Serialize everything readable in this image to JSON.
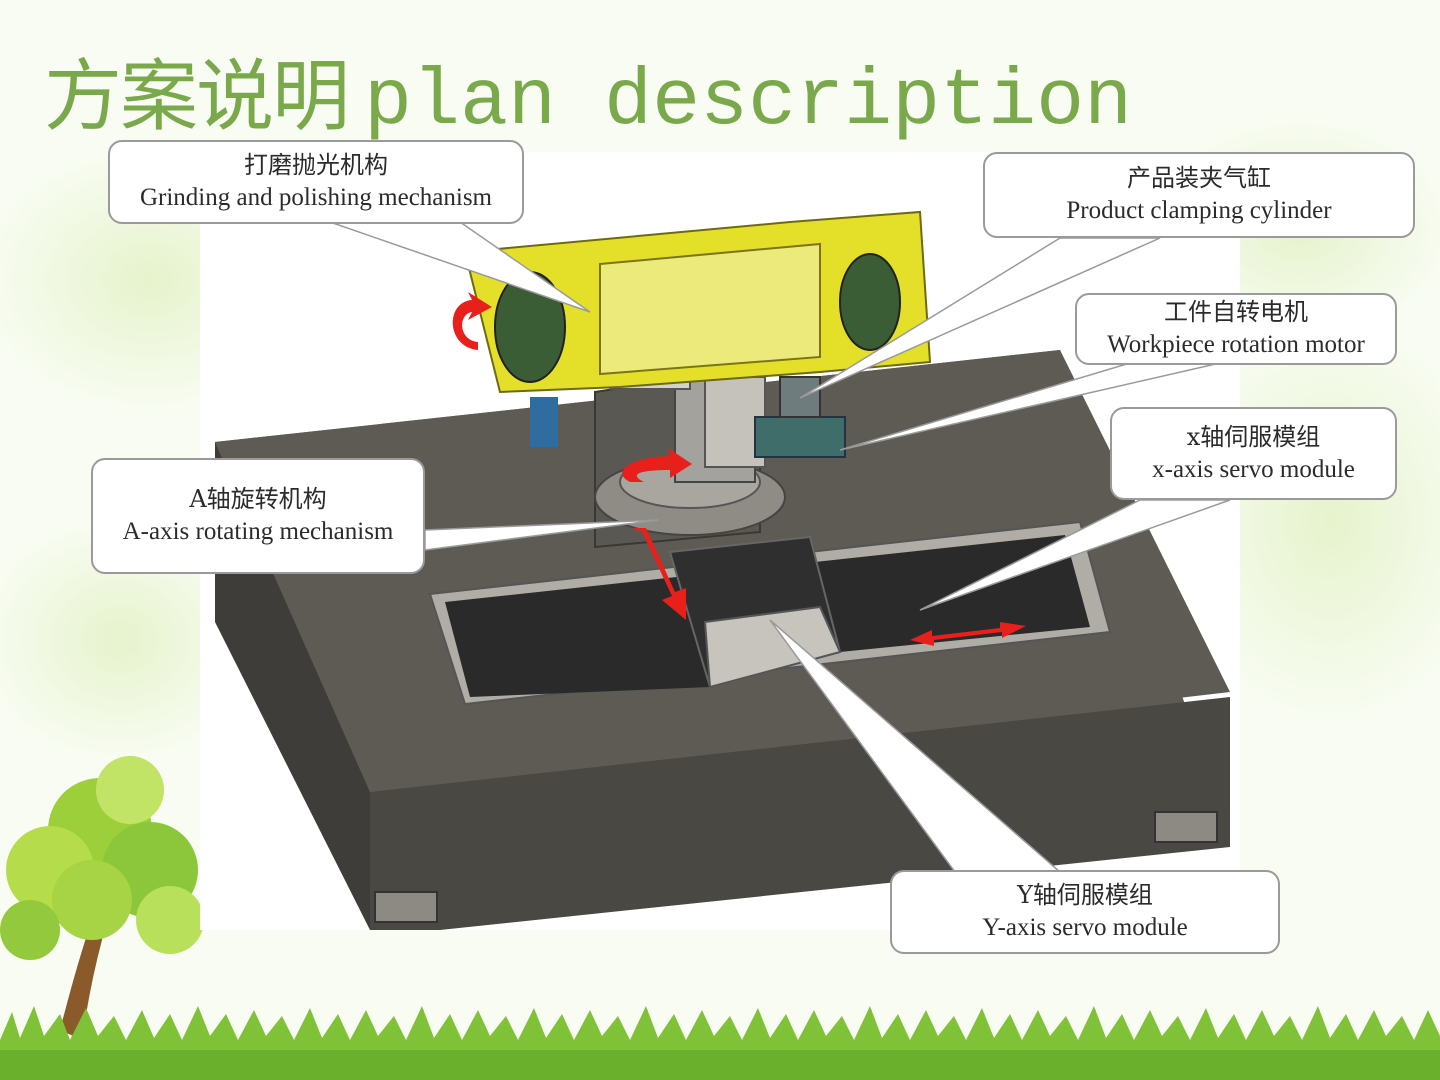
{
  "slide": {
    "title_cn": "方案说明",
    "title_en": "plan description"
  },
  "callouts": {
    "grinding": {
      "cn": "打磨抛光机构",
      "en": "Grinding and polishing mechanism"
    },
    "clamping": {
      "cn": "产品装夹气缸",
      "en": "Product clamping cylinder"
    },
    "rotation_motor": {
      "cn": "工件自转电机",
      "en": "Workpiece rotation motor"
    },
    "x_axis": {
      "cn": "x轴伺服模组",
      "en": "x-axis servo module"
    },
    "a_axis": {
      "cn": "A轴旋转机构",
      "en": "A-axis rotating mechanism"
    },
    "y_axis": {
      "cn": "Y轴伺服模组",
      "en": "Y-axis servo module"
    }
  },
  "colors": {
    "title": "#7aa94b",
    "machine_base": "#5e5b55",
    "grinder_yellow": "#e4e02a",
    "motion_arrow": "#e8201b"
  }
}
